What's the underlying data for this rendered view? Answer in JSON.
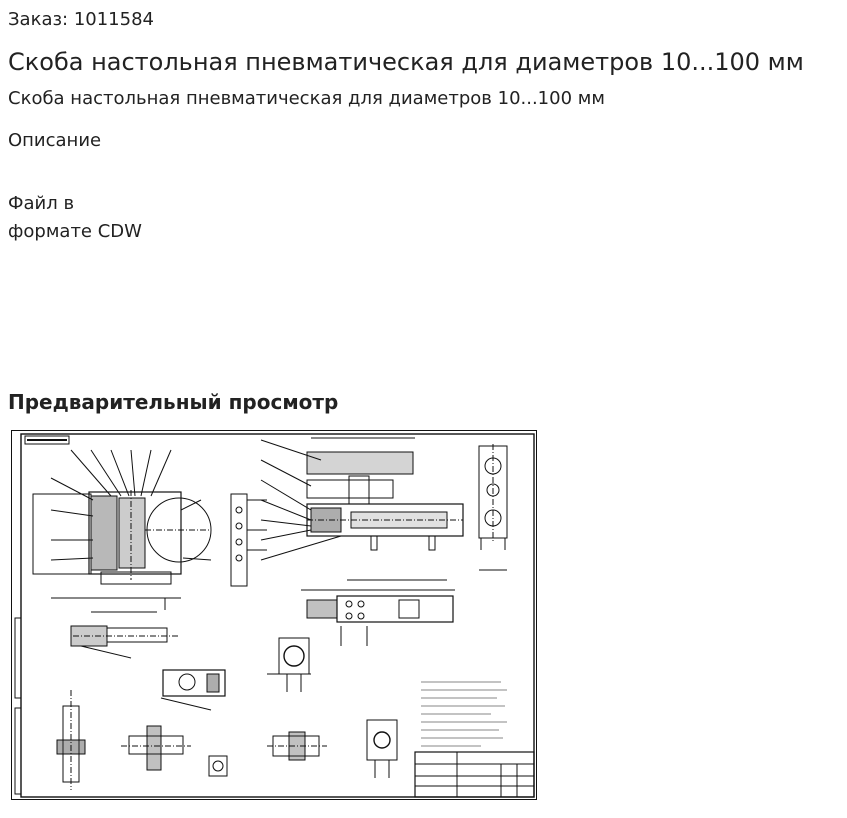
{
  "order": {
    "text": "Заказ: 1011584"
  },
  "product": {
    "title": "Скоба настольная пневматическая для диаметров 10...100 мм",
    "subtitle": "Скоба настольная пневматическая для диаметров 10...100 мм"
  },
  "description": {
    "heading": "Описание",
    "file_line1": "Файл в",
    "file_line2": "формате CDW"
  },
  "preview": {
    "heading": "Предварительный просмотр"
  }
}
